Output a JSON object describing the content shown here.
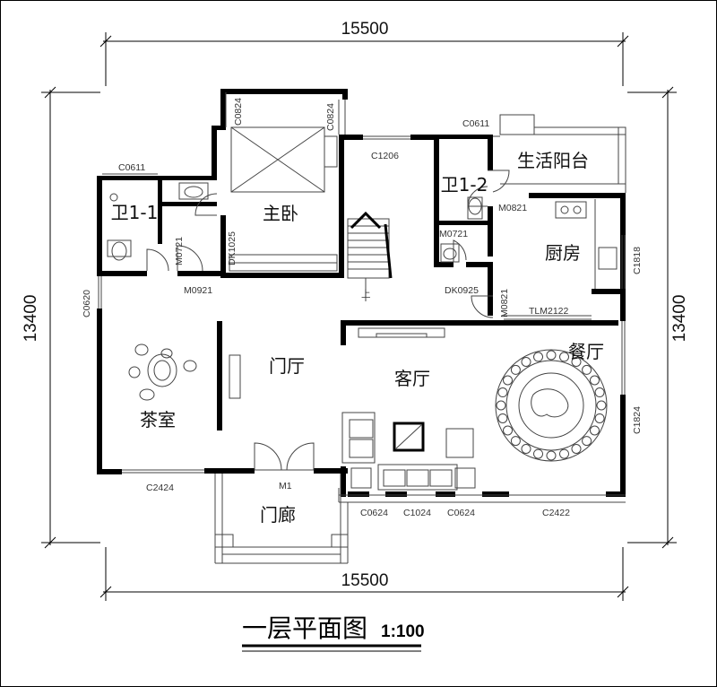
{
  "dimensions": {
    "top": "15500",
    "bottom": "15500",
    "left": "13400",
    "right": "13400"
  },
  "rooms": {
    "master_bedroom": "主卧",
    "bath_1_1": "卫1-1",
    "bath_1_2": "卫1-2",
    "utility_balcony": "生活阳台",
    "kitchen": "厨房",
    "foyer": "门厅",
    "living_room": "客厅",
    "dining_room": "餐厅",
    "tea_room": "茶室",
    "porch": "门廊",
    "stair_up": "上"
  },
  "openings": {
    "c0824_left": "C0824",
    "c0824_right": "C0824",
    "c0611_left": "C0611",
    "c0611_right": "C0611",
    "c1206": "C1206",
    "m0821_top": "M0821",
    "m0721_left": "M0721",
    "m0721_right": "M0721",
    "dk1025": "DK1025",
    "m0921": "M0921",
    "dk0925": "DK0925",
    "m0821_bottom": "M0821",
    "tlm2122": "TLM2122",
    "c1818": "C1818",
    "c0620": "C0620",
    "c1824": "C1824",
    "c2424": "C2424",
    "m1": "M1",
    "c0624_a": "C0624",
    "c1024": "C1024",
    "c0624_b": "C0624",
    "c2422": "C2422"
  },
  "title": {
    "text": "一层平面图",
    "scale": "1:100"
  }
}
